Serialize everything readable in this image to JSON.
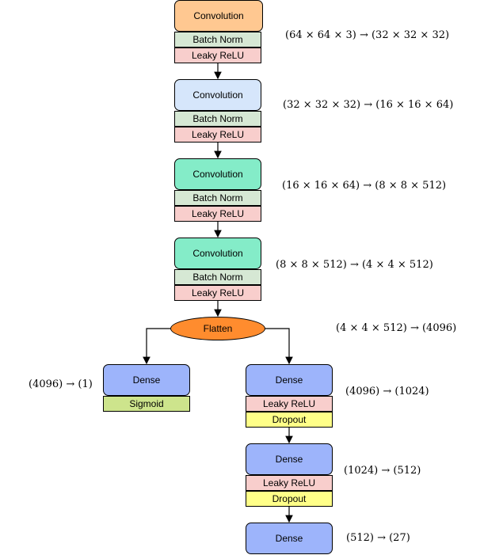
{
  "conv_blocks": [
    {
      "conv": "Convolution",
      "norm": "Batch Norm",
      "act": "Leaky ReLU",
      "dims": "(64 × 64 × 3) → (32 × 32 × 32)"
    },
    {
      "conv": "Convolution",
      "norm": "Batch Norm",
      "act": "Leaky ReLU",
      "dims": "(32 × 32 × 32) → (16 × 16 × 64)"
    },
    {
      "conv": "Convolution",
      "norm": "Batch Norm",
      "act": "Leaky ReLU",
      "dims": "(16 × 16 × 64) → (8 × 8 × 512)"
    },
    {
      "conv": "Convolution",
      "norm": "Batch Norm",
      "act": "Leaky ReLU",
      "dims": "(8 × 8 × 512) → (4 × 4 × 512)"
    }
  ],
  "flatten": {
    "label": "Flatten",
    "dims": "(4 × 4 × 512) → (4096)"
  },
  "left_branch": {
    "dense": "Dense",
    "act": "Sigmoid",
    "dims": "(4096) → (1)"
  },
  "right_branch": [
    {
      "dense": "Dense",
      "act": "Leaky ReLU",
      "drop": "Dropout",
      "dims": "(4096) → (1024)"
    },
    {
      "dense": "Dense",
      "act": "Leaky ReLU",
      "drop": "Dropout",
      "dims": "(1024) → (512)"
    },
    {
      "dense": "Dense",
      "dims": "(512) → (27)"
    }
  ],
  "colors": {
    "conv_1": "#ffc891",
    "conv_2": "#d6e6fb",
    "conv_3_4": "#84ecc8",
    "batch_norm": "#d6e8d4",
    "leaky_relu": "#f8cecc",
    "flatten": "#ff8c2e",
    "dense": "#9db4fb",
    "sigmoid": "#cde48c",
    "dropout": "#ffff88"
  }
}
